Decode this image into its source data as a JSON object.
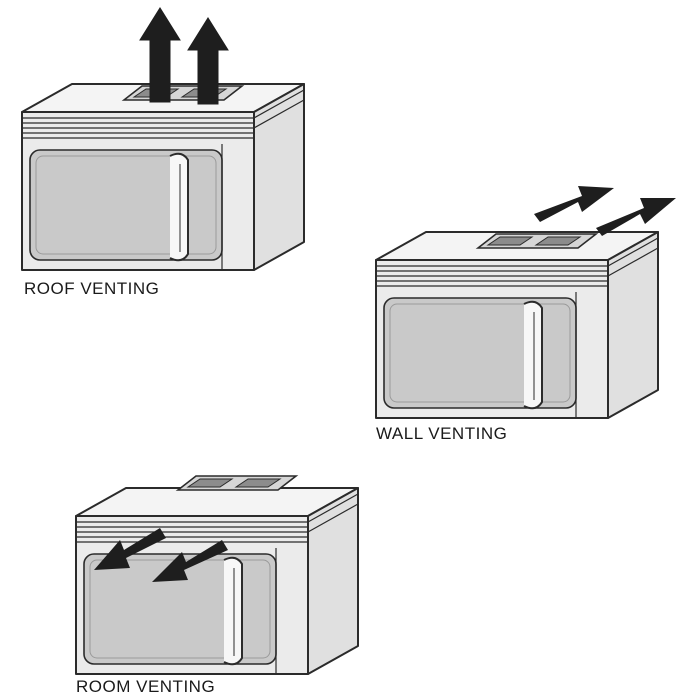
{
  "diagram": {
    "labels": {
      "roof": "ROOF VENTING",
      "wall": "WALL VENTING",
      "room": "ROOM VENTING"
    },
    "colors": {
      "outline": "#2b2b2b",
      "top": "#f4f4f4",
      "front": "#ebebeb",
      "side": "#e0e0e0",
      "window": "#c9c9c9",
      "arrow": "#1e1e1e"
    }
  }
}
